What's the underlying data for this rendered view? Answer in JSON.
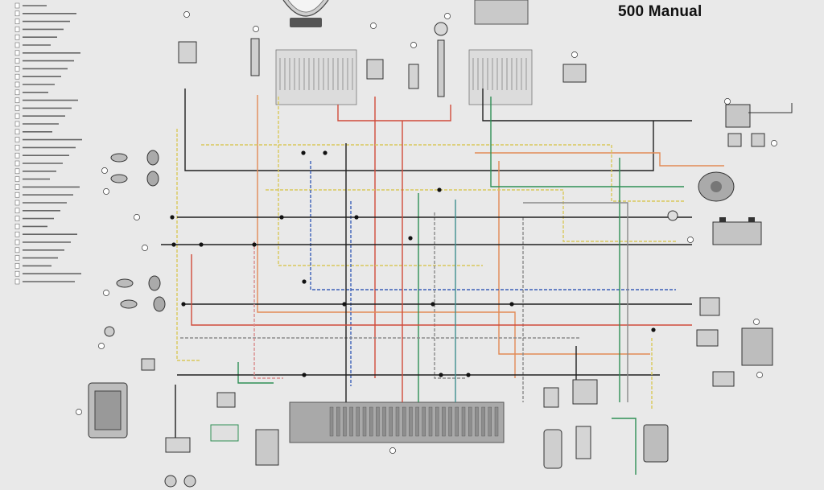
{
  "title": "500 Manual",
  "wire_colors": {
    "black": "#202020",
    "red": "#d04a3a",
    "orange": "#e28a55",
    "yellow": "#d9c85a",
    "green": "#2f8f55",
    "blue": "#3a5fb8",
    "gray": "#8a8a8a",
    "pink": "#d98a8a",
    "teal": "#3f8f8f"
  },
  "legend_marker": "component-index-list",
  "connector_block_label": "connector-block",
  "icons": [
    "speedometer-gauge-icon",
    "relay-icon",
    "switch-icon",
    "light-bulb-icon",
    "battery-icon",
    "motor-icon"
  ]
}
